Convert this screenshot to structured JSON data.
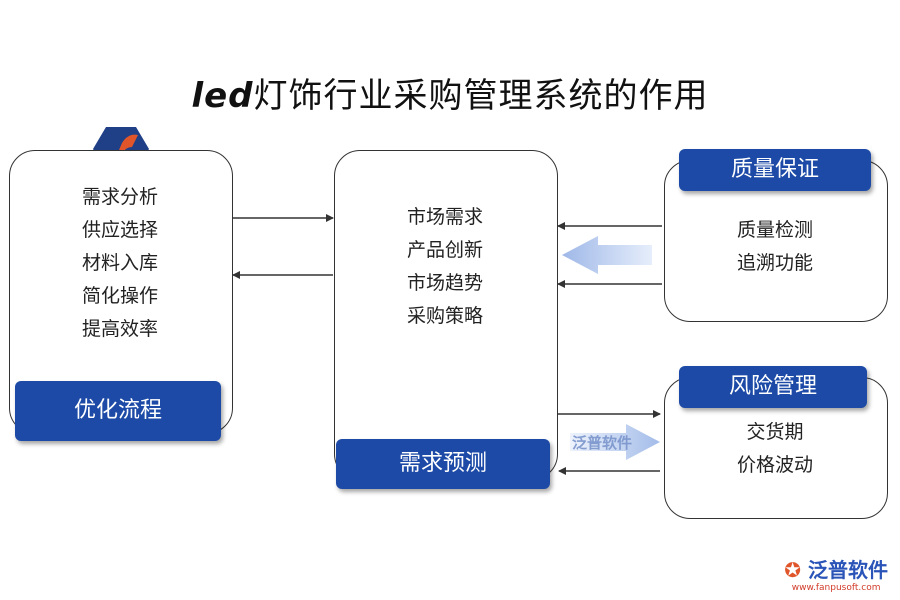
{
  "title": {
    "prefix": "led",
    "main": "灯饰行业采购管理系统的作用"
  },
  "left_box": {
    "items": [
      "需求分析",
      "供应选择",
      "材料入库",
      "简化操作",
      "提高效率"
    ],
    "label": "优化流程"
  },
  "center_box": {
    "items": [
      "市场需求",
      "产品创新",
      "市场趋势",
      "采购策略"
    ],
    "label": "需求预测"
  },
  "right_top_box": {
    "label": "质量保证",
    "items": [
      "质量检测",
      "追溯功能"
    ]
  },
  "right_bottom_box": {
    "label": "风险管理",
    "items": [
      "交货期",
      "价格波动"
    ]
  },
  "watermark": "泛普软件",
  "brand": {
    "name": "泛普软件",
    "url": "www.fanpusoft.com"
  },
  "colors": {
    "label_bg": "#1c4aa6",
    "arrow_fill": "#a9c0ea",
    "logo_blue": "#1f3f86",
    "logo_orange": "#e0562a"
  }
}
